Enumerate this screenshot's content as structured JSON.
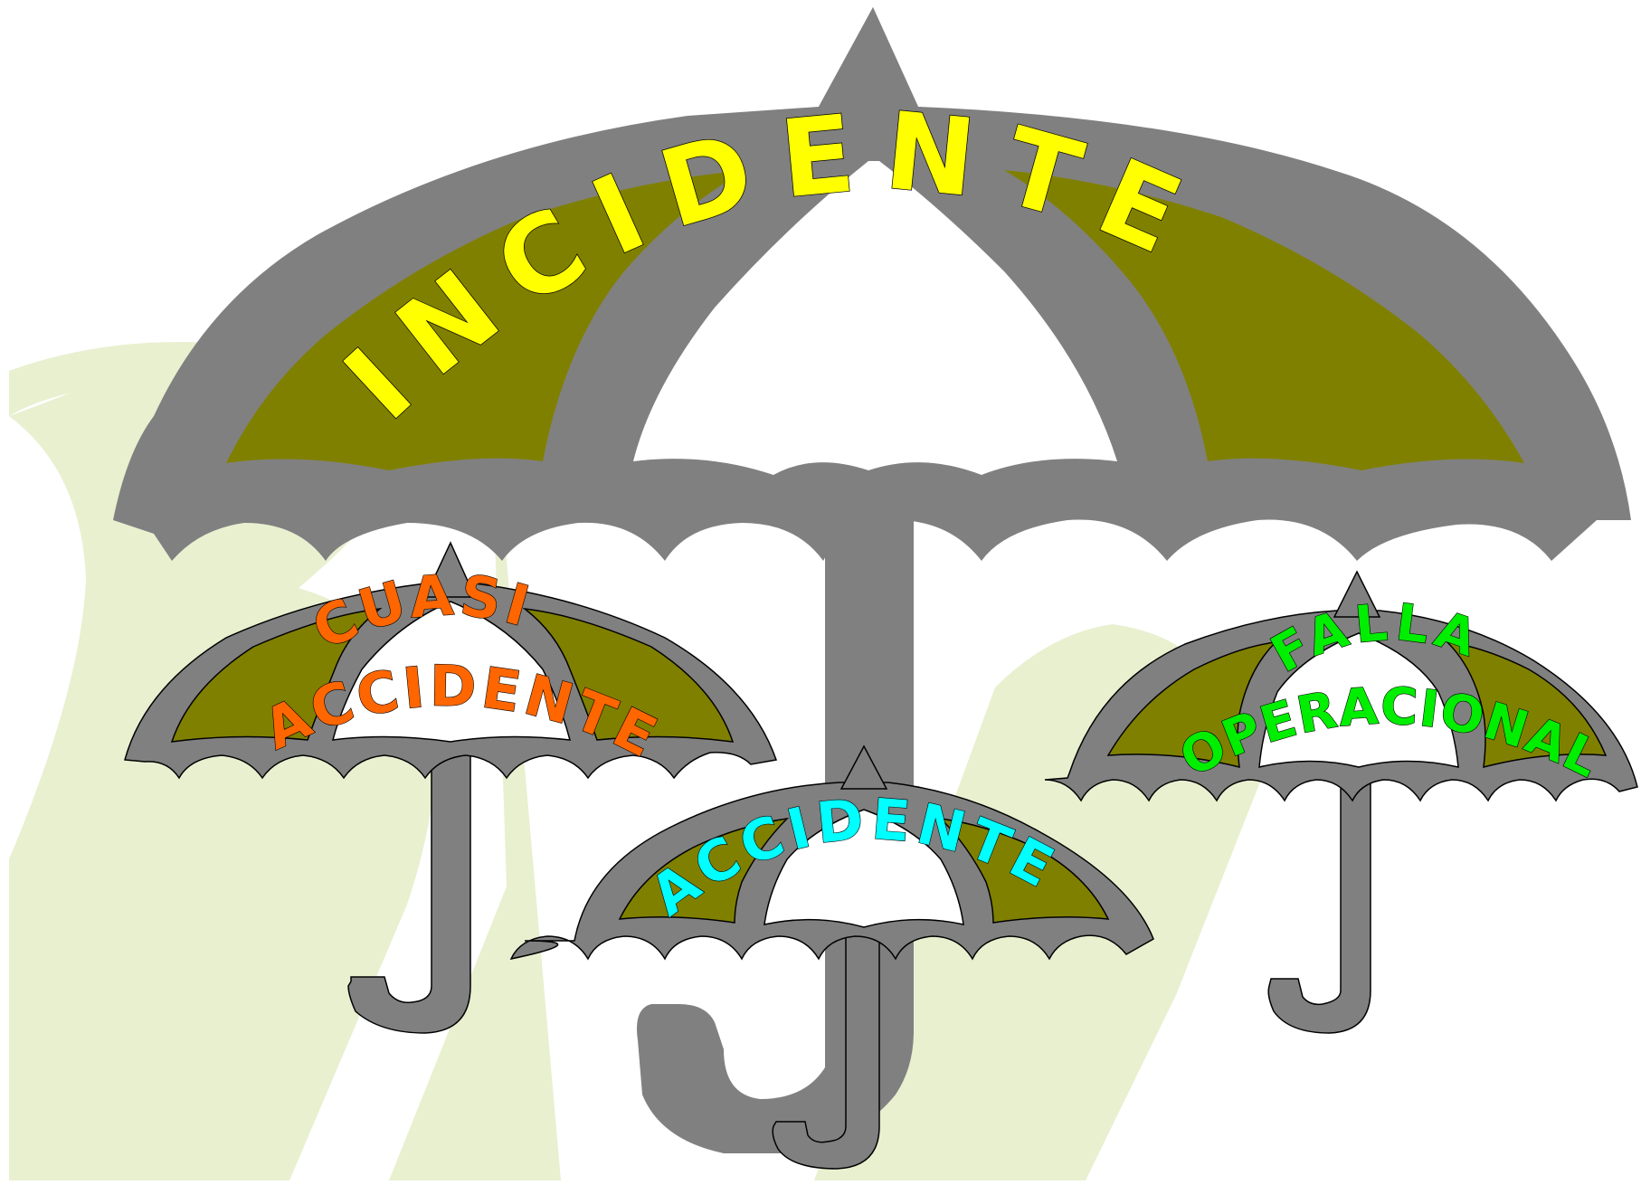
{
  "diagram": {
    "main_label": "INCIDENTE",
    "sub_labels": {
      "cuasi_line1": "CUASI",
      "cuasi_line2": "ACCIDENTE",
      "accidente": "ACCIDENTE",
      "falla_line1": "FALLA",
      "falla_line2": "OPERACIONAL"
    }
  },
  "colors": {
    "canopy_gray": "#808080",
    "panel_olive": "#808000",
    "panel_white": "#ffffff",
    "watermark": "#e8f0d0",
    "incidente_text": "#ffff00",
    "cuasi_text": "#ff6600",
    "accidente_text": "#00ffff",
    "falla_text": "#00ee00"
  }
}
